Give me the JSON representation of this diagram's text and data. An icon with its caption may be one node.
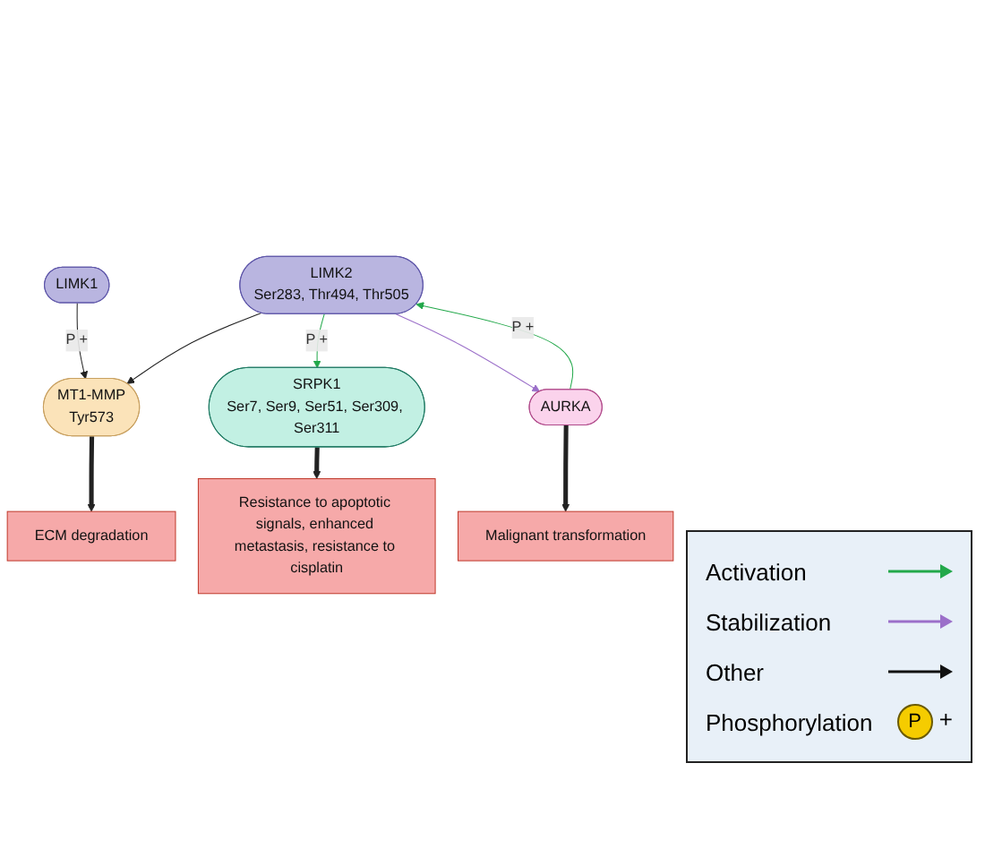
{
  "diagram": {
    "nodes": [
      {
        "text": [
          "ECM degradation"
        ]
      },
      {
        "text": [
          "MT1-MMP",
          "Tyr573"
        ]
      },
      {
        "text": [
          "LIMK1"
        ]
      },
      {
        "text": [
          "LIMK2",
          "Ser283, Thr494, Thr505"
        ]
      },
      {
        "text": [
          "SRPK1",
          "Ser7, Ser9, Ser51, Ser309, Ser311"
        ]
      },
      {
        "text": [
          "Resistance to apoptotic signals, enhanced metastasis, resistance to cisplatin"
        ]
      },
      {
        "text": [
          "AURKA"
        ]
      },
      {
        "text": [
          "Malignant transformation"
        ]
      }
    ],
    "edges": [
      {
        "from": 2,
        "to": 1,
        "arrow": "to",
        "label": "P +"
      },
      {
        "from": 3,
        "to": 1,
        "arrow": "to"
      },
      {
        "from": 1,
        "to": 0,
        "arrow": "to",
        "style": "thick"
      },
      {
        "from": 3,
        "to": 4,
        "arrow": "to",
        "label": "P +",
        "color": "#22a84a"
      },
      {
        "from": 4,
        "to": 5,
        "arrow": "to",
        "style": "thick"
      },
      {
        "from": 6,
        "to": 3,
        "arrow": "to",
        "label": "P +",
        "color": "#22a84a"
      },
      {
        "from": 3,
        "to": 6,
        "arrow": "to",
        "color": "#9b6fc9"
      },
      {
        "from": 6,
        "to": 7,
        "arrow": "to",
        "style": "thick"
      }
    ],
    "labels": [
      "P",
      "+"
    ],
    "legend": [
      {
        "text": "Activation"
      },
      {
        "text": "Stabilization"
      },
      {
        "text": "Other"
      },
      {
        "text": "Phosphorylation"
      }
    ]
  }
}
